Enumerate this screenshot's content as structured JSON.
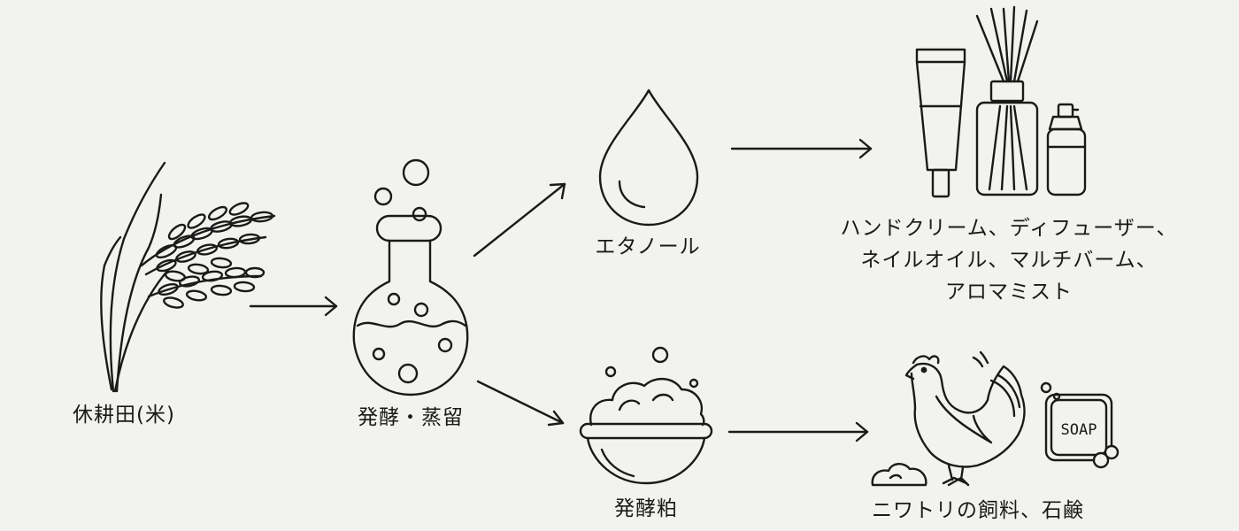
{
  "nodes": {
    "rice": {
      "label": "休耕田(米)"
    },
    "process": {
      "label": "発酵・蒸留"
    },
    "ethanol": {
      "label": "エタノール"
    },
    "lees": {
      "label": "発酵粕"
    },
    "cosmetics": {
      "lines": [
        "ハンドクリーム、ディフューザー、",
        "ネイルオイル、マルチバーム、",
        "アロマミスト"
      ]
    },
    "feed_soap": {
      "label": "ニワトリの飼料、石鹸"
    }
  },
  "soap_text": "SOAP",
  "colors": {
    "background": "#f2f2ee",
    "ink": "#1a1a1a"
  }
}
